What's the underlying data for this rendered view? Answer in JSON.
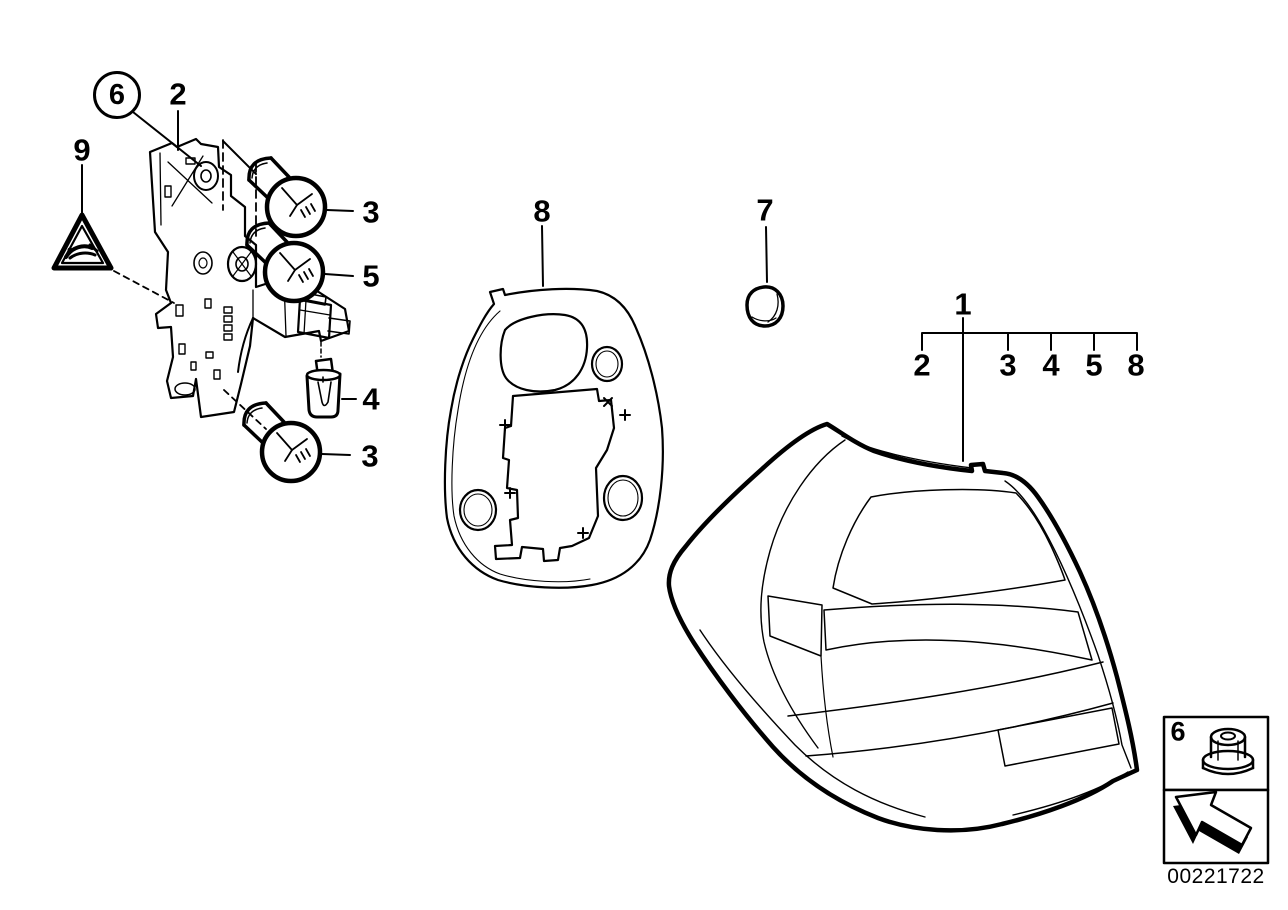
{
  "colors": {
    "line": "#000000",
    "background": "#ffffff"
  },
  "callouts": {
    "circled_6": "6",
    "carrier_2": "2",
    "warning_9": "9",
    "bulb_top_3": "3",
    "bulb_mid_5": "5",
    "bulb_wedge_4": "4",
    "bulb_bottom_3": "3",
    "gasket_8": "8",
    "cap_7": "7",
    "assembly_1": "1",
    "assembly_refs": [
      "2",
      "3",
      "4",
      "5",
      "8"
    ],
    "legend_6": "6"
  },
  "icons": {
    "warning_triangle": "crush-hazard-warning-triangle",
    "legend_nut": "plastic-fastening-nut",
    "legend_arrow": "installation-direction-arrow"
  },
  "document_number": "00221722"
}
